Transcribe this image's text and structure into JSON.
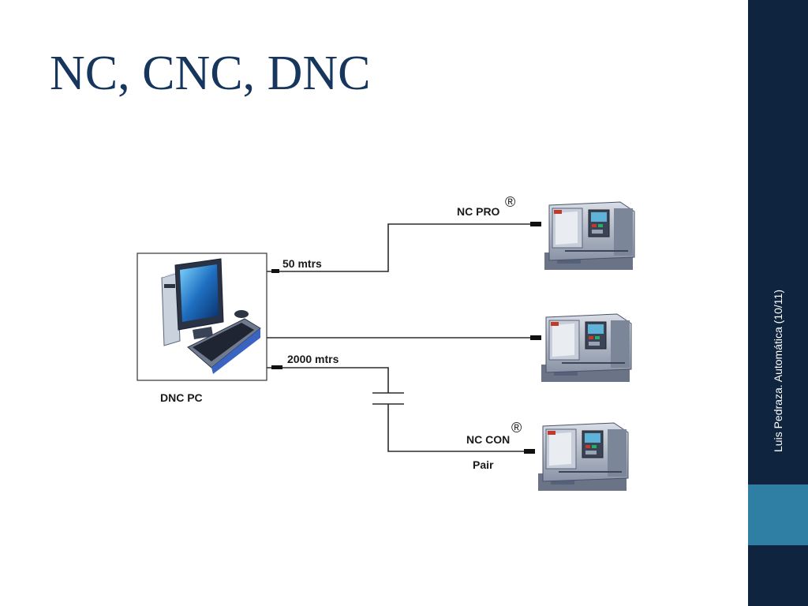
{
  "slide": {
    "title": "NC, CNC, DNC",
    "footer": "Luis Pedraza. Automática (10/11)"
  },
  "diagram": {
    "pc_label": "DNC PC",
    "link_short": "50 mtrs",
    "link_long": "2000 mtrs",
    "machine_top": "NC PRO",
    "machine_bottom": "NC CON",
    "registered_symbol": "®",
    "pair_label": "Pair"
  },
  "colors": {
    "title": "#17365d",
    "sidebar": "#0f243e",
    "sidebar_accent": "#2e7fa3"
  }
}
